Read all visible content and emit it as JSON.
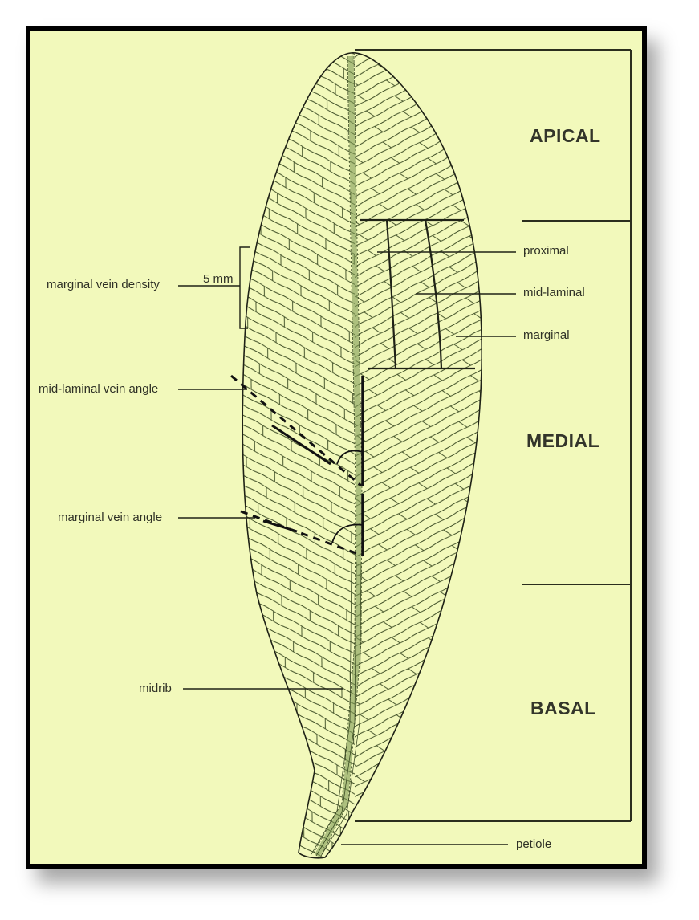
{
  "figure": {
    "background_color": "#f2f9bb",
    "frame_color": "#000000",
    "line_color": "#2b2e1e",
    "vein_color": "#3a4a22"
  },
  "zones": {
    "apical": "APICAL",
    "medial": "MEDIAL",
    "basal": "BASAL"
  },
  "regions": {
    "proximal": "proximal",
    "mid_laminal": "mid-laminal",
    "marginal": "marginal"
  },
  "annotations": {
    "marginal_vein_density": "marginal vein density",
    "scale": "5 mm",
    "mid_laminal_vein_angle": "mid-laminal vein angle",
    "marginal_vein_angle": "marginal vein angle",
    "midrib": "midrib",
    "petiole": "petiole"
  }
}
